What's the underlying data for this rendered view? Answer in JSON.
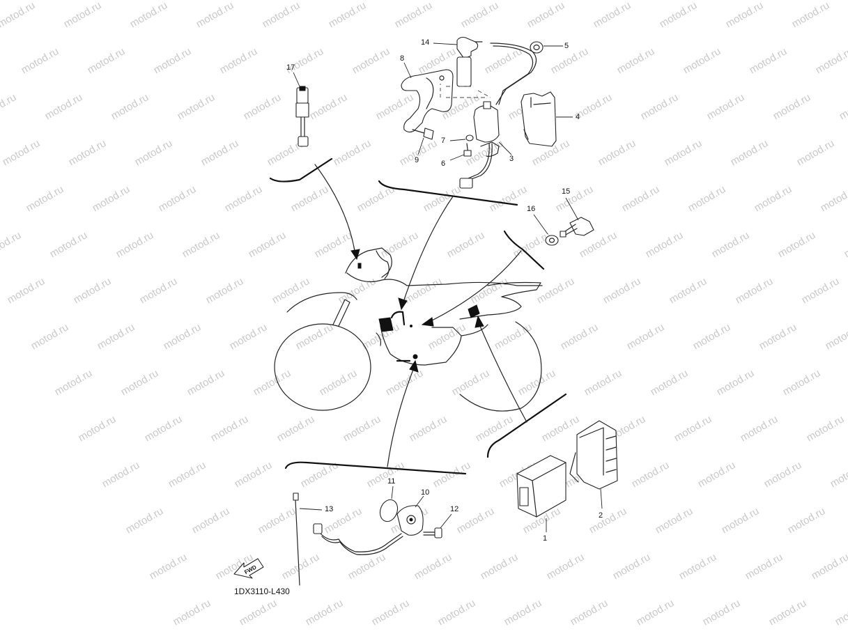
{
  "watermark": {
    "text": "motod.ru",
    "color": "#c9c9c9"
  },
  "diagram_code": "1DX3110-L430",
  "fwd_label": "FWD",
  "callouts": {
    "n1": "1",
    "n2": "2",
    "n3": "3",
    "n4": "4",
    "n5": "5",
    "n6": "6",
    "n7": "7",
    "n8": "8",
    "n9": "9",
    "n10": "10",
    "n11": "11",
    "n12": "12",
    "n13": "13",
    "n14": "14",
    "n15": "15",
    "n16": "16",
    "n17": "17"
  }
}
